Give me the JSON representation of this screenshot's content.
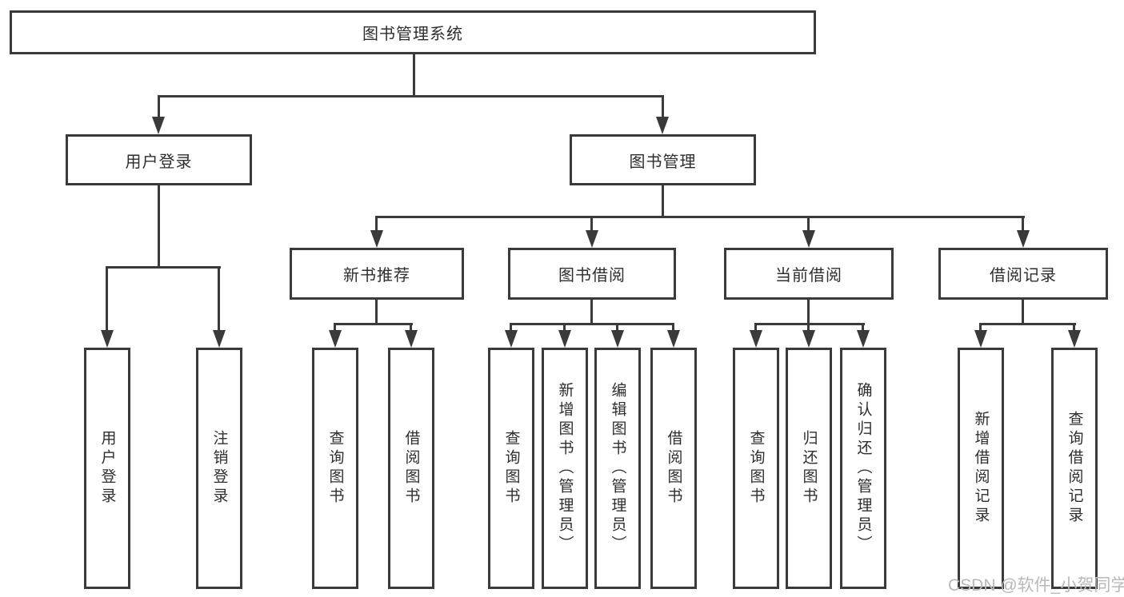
{
  "colors": {
    "line": "#3a3a3a",
    "text": "#2e2e2e",
    "watermark": "#b9b9b9",
    "background": "#ffffff"
  },
  "watermark": {
    "text": "CSDN @软件_小贺同学"
  },
  "nodes": {
    "root": "图书管理系统",
    "user_login": "用户登录",
    "book_management": "图书管理",
    "new_book_recommend": "新书推荐",
    "book_borrowing": "图书借阅",
    "current_borrowing": "当前借阅",
    "borrowing_records": "借阅记录",
    "user_login_leaf": "用户登录",
    "logout": "注销登录",
    "recommend_query_books": "查询图书",
    "recommend_borrow_books": "借阅图书",
    "borrowing_query_books": "查询图书",
    "borrowing_add_books": "新增图书（管理员）",
    "borrowing_edit_books": "编辑图书（管理员）",
    "borrowing_borrow_books": "借阅图书",
    "current_query_books": "查询图书",
    "current_return_books": "归还图书",
    "current_confirm_return": "确认归还（管理员）",
    "records_add_record": "新增借阅记录",
    "records_query_record": "查询借阅记录"
  }
}
